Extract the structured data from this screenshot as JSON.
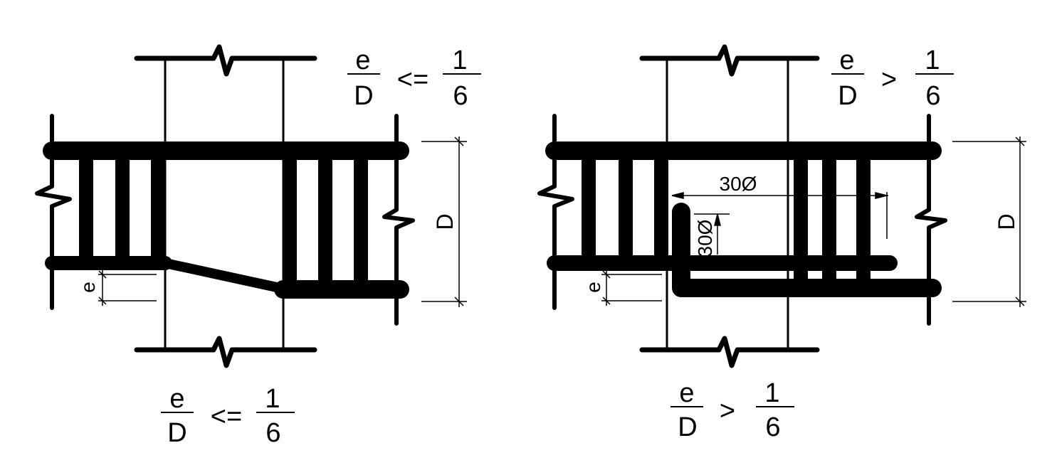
{
  "left_panel": {
    "top_formula": {
      "num": "e",
      "den": "D",
      "op": "<=",
      "rnum": "1",
      "rden": "6"
    },
    "bottom_formula": {
      "num": "e",
      "den": "D",
      "op": "<=",
      "rnum": "1",
      "rden": "6"
    },
    "label_D": "D",
    "label_e": "e"
  },
  "right_panel": {
    "top_formula": {
      "num": "e",
      "den": "D",
      "op": ">",
      "rnum": "1",
      "rden": "6"
    },
    "bottom_formula": {
      "num": "e",
      "den": "D",
      "op": ">",
      "rnum": "1",
      "rden": "6"
    },
    "label_D": "D",
    "label_e": "e",
    "anchorage_horizontal": "30Ø",
    "anchorage_vertical": "30Ø"
  }
}
